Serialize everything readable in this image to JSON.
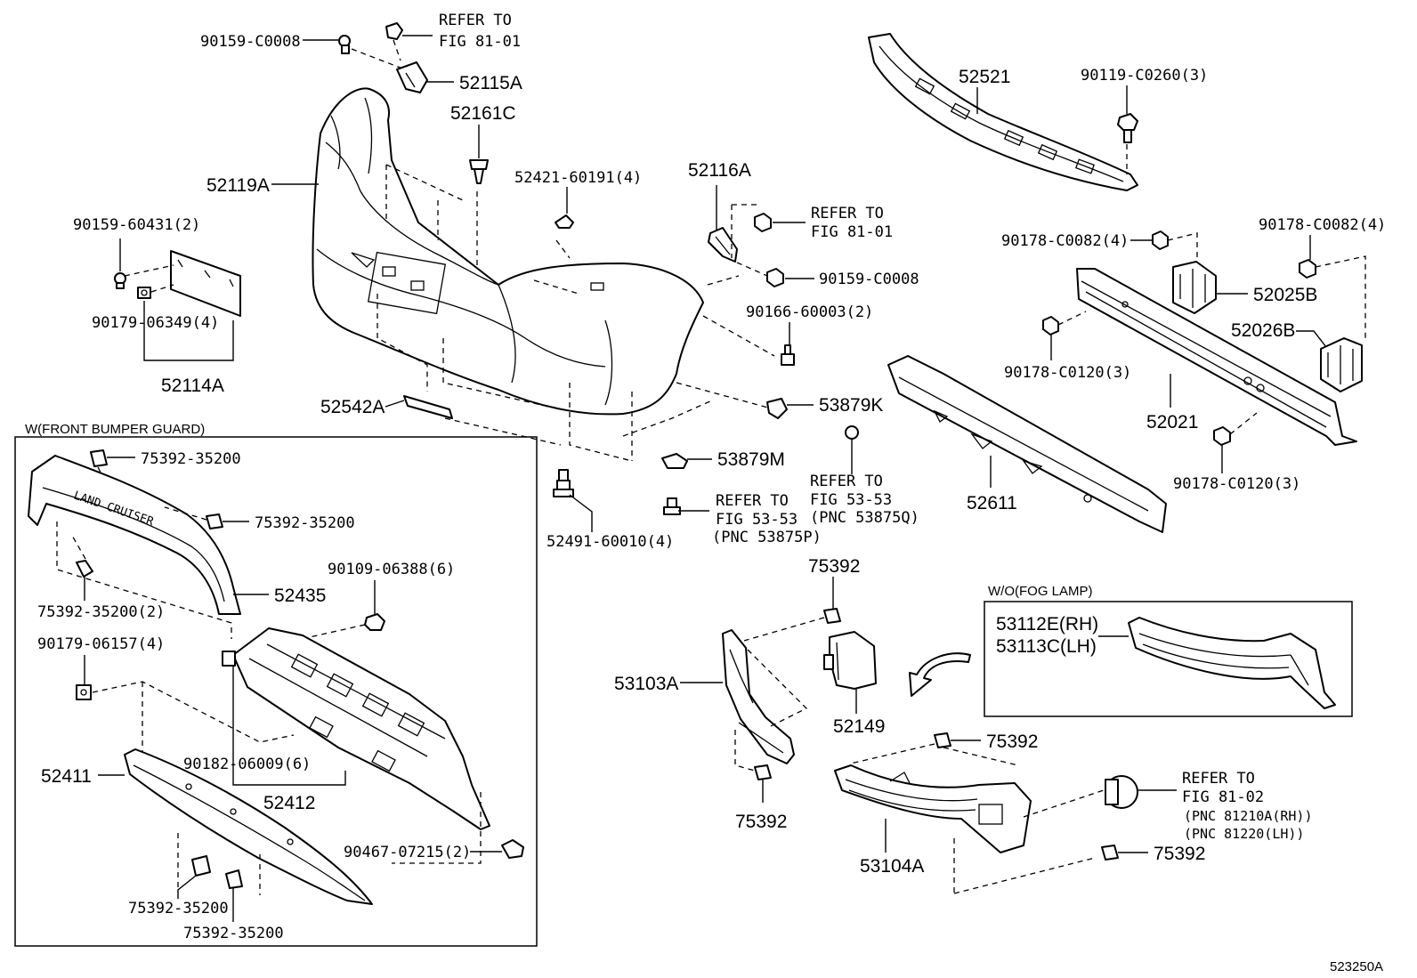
{
  "diagram_id": "523250A",
  "sections": {
    "front_bumper_guard": "W(FRONT BUMPER GUARD)",
    "fog_lamp": "W/O(FOG LAMP)"
  },
  "labels": {
    "l90159_C0008_top": "90159-C0008",
    "refer_81_01_top_a": "REFER TO",
    "refer_81_01_top_b": "FIG 81-01",
    "l52115A": "52115A",
    "l52161C": "52161C",
    "l52119A": "52119A",
    "l90159_60431": "90159-60431(2)",
    "l90179_06349": "90179-06349(4)",
    "l52114A": "52114A",
    "l52542A": "52542A",
    "l52421_60191": "52421-60191(4)",
    "l52116A": "52116A",
    "refer_81_01_mid_a": "REFER TO",
    "refer_81_01_mid_b": "FIG 81-01",
    "l90159_C0008_mid": "90159-C0008",
    "l90166_60003": "90166-60003(2)",
    "l53879K": "53879K",
    "l53879M": "53879M",
    "refer_53_53_q_a": "REFER TO",
    "refer_53_53_q_b": "FIG 53-53",
    "refer_53_53_q_c": "(PNC 53875Q)",
    "refer_53_53_p_a": "REFER TO",
    "refer_53_53_p_b": "FIG 53-53",
    "refer_53_53_p_c": "(PNC 53875P)",
    "l52491_60010": "52491-60010(4)",
    "l52521": "52521",
    "l90119_C0260": "90119-C0260(3)",
    "l90178_C0082_a": "90178-C0082(4)",
    "l90178_C0082_b": "90178-C0082(4)",
    "l52025B": "52025B",
    "l52026B": "52026B",
    "l90178_C0120_a": "90178-C0120(3)",
    "l90178_C0120_b": "90178-C0120(3)",
    "l52021": "52021",
    "l52611": "52611",
    "l75392_35200_a": "75392-35200",
    "l75392_35200_b": "75392-35200",
    "l75392_35200_2": "75392-35200(2)",
    "l52435": "52435",
    "guard_text": "LAND CRUISER",
    "l90109_06388": "90109-06388(6)",
    "l90179_06157": "90179-06157(4)",
    "l90182_06009": "90182-06009(6)",
    "l52411": "52411",
    "l52412": "52412",
    "l90467_07215": "90467-07215(2)",
    "l75392_35200_c": "75392-35200",
    "l75392_35200_d": "75392-35200",
    "l75392_a": "75392",
    "l53103A": "53103A",
    "l52149": "52149",
    "l75392_b": "75392",
    "l75392_c": "75392",
    "l75392_d": "75392",
    "l53104A": "53104A",
    "refer_81_02_a": "REFER TO",
    "refer_81_02_b": "FIG 81-02",
    "refer_81_02_c": "(PNC 81210A(RH))",
    "refer_81_02_d": "(PNC 81220(LH))",
    "l53112E": "53112E(RH)",
    "l53113C": "53113C(LH)"
  }
}
